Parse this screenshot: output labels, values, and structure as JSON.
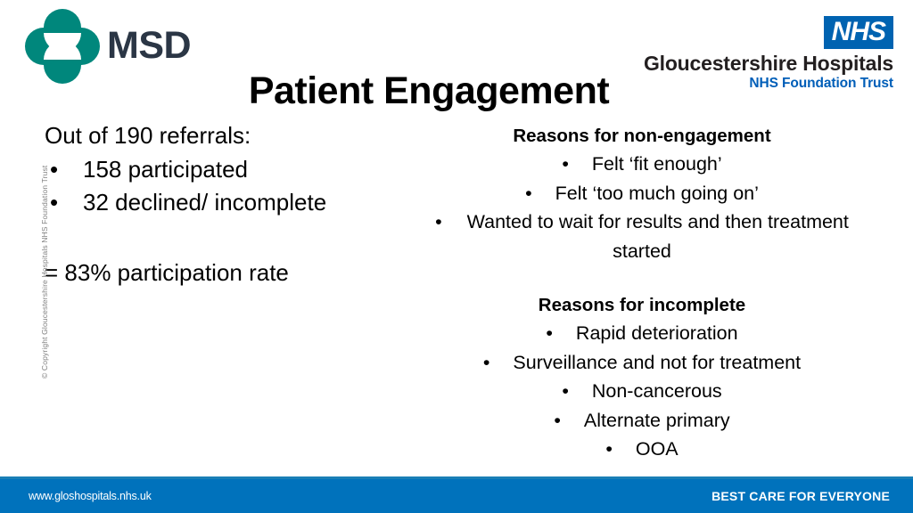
{
  "brand": {
    "msd": {
      "wordmark": "MSD",
      "mark_color": "#00877c",
      "wordmark_color": "#2b3645"
    },
    "nhs": {
      "box_label": "NHS",
      "trust_name": "Gloucestershire Hospitals",
      "trust_subtitle": "NHS Foundation Trust",
      "box_color": "#0063b1",
      "subtitle_color": "#005eb8"
    }
  },
  "slide": {
    "title": "Patient Engagement"
  },
  "left": {
    "lead": "Out of 190 referrals:",
    "bullet_glyph": "•",
    "items": [
      "158 participated",
      "32 declined/ incomplete"
    ],
    "summary": "= 83% participation rate"
  },
  "right": {
    "bullet_glyph": "•",
    "sections": [
      {
        "heading": "Reasons for non-engagement",
        "items": [
          "Felt ‘fit enough’",
          "Felt ‘too much going on’",
          "Wanted to wait for results and then treatment started"
        ]
      },
      {
        "heading": "Reasons for incomplete",
        "items": [
          "Rapid deterioration",
          "Surveillance and not for treatment",
          "Non-cancerous",
          "Alternate primary",
          "OOA"
        ]
      }
    ]
  },
  "copyright": {
    "vertical_text": "© Copyright Gloucestershire Hospitals NHS Foundation Trust",
    "color": "#7f7f7f"
  },
  "footer": {
    "url": "www.gloshospitals.nhs.uk",
    "tagline": "BEST CARE FOR EVERYONE",
    "background_color": "#0072bc"
  }
}
